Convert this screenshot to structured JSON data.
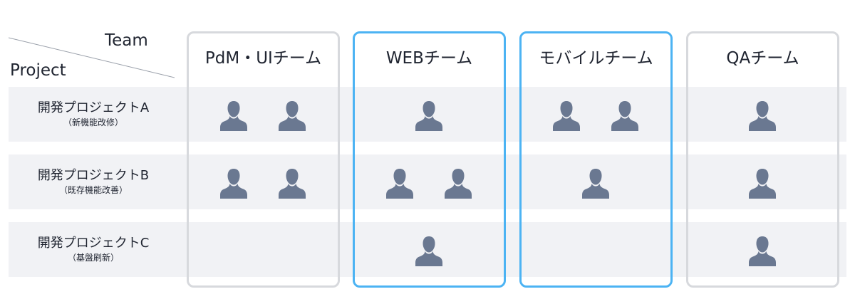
{
  "header": {
    "team_label": "Team",
    "project_label": "Project"
  },
  "teams": [
    {
      "key": "pdm",
      "name": "PdM・UIチーム",
      "highlighted": false
    },
    {
      "key": "web",
      "name": "WEBチーム",
      "highlighted": true
    },
    {
      "key": "mobile",
      "name": "モバイルチーム",
      "highlighted": true
    },
    {
      "key": "qa",
      "name": "QAチーム",
      "highlighted": false
    }
  ],
  "projects": [
    {
      "key": "a",
      "name": "開発プロジェクトA",
      "sub": "（新機能改修）"
    },
    {
      "key": "b",
      "name": "開発プロジェクトB",
      "sub": "（既存機能改善）"
    },
    {
      "key": "c",
      "name": "開発プロジェクトC",
      "sub": "（基盤刷新）"
    }
  ],
  "assignments": [
    [
      2,
      1,
      2,
      1
    ],
    [
      2,
      2,
      1,
      1
    ],
    [
      0,
      1,
      0,
      1
    ]
  ],
  "icon": "person-icon",
  "colors": {
    "highlight_border": "#4cb3f3",
    "default_border": "#d7d9dd",
    "row_band": "#f1f2f5",
    "person": "#6a7891"
  }
}
